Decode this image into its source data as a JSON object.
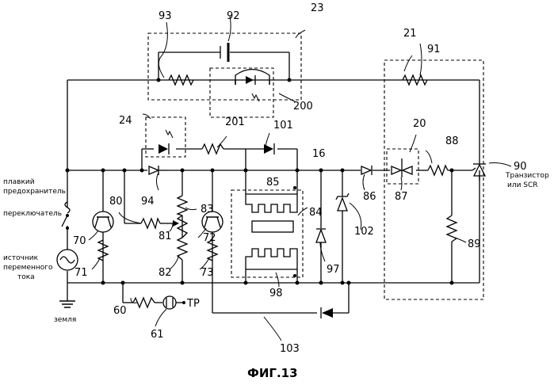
{
  "figure_caption": "ФИГ.13",
  "labels": {
    "fuse": [
      "плавкий",
      "предохранитель"
    ],
    "switch": "переключатель",
    "ac_source": [
      "источник",
      "переменного",
      "тока"
    ],
    "ground": "земля",
    "tp": "TP",
    "transistor_scr": [
      "Транзистор",
      "или SCR"
    ]
  },
  "refs": {
    "r16": "16",
    "r20": "20",
    "r21": "21",
    "r23": "23",
    "r24": "24",
    "r60": "60",
    "r61": "61",
    "r70": "70",
    "r71": "71",
    "r72": "72",
    "r73": "73",
    "r80": "80",
    "r81": "81",
    "r82": "82",
    "r83": "83",
    "r84": "84",
    "r85": "85",
    "r86": "86",
    "r87": "87",
    "r88": "88",
    "r89": "89",
    "r90": "90",
    "r91": "91",
    "r92": "92",
    "r93": "93",
    "r94": "94",
    "r97": "97",
    "r98": "98",
    "r101": "101",
    "r102": "102",
    "r103": "103",
    "r200": "200",
    "r201": "201"
  }
}
